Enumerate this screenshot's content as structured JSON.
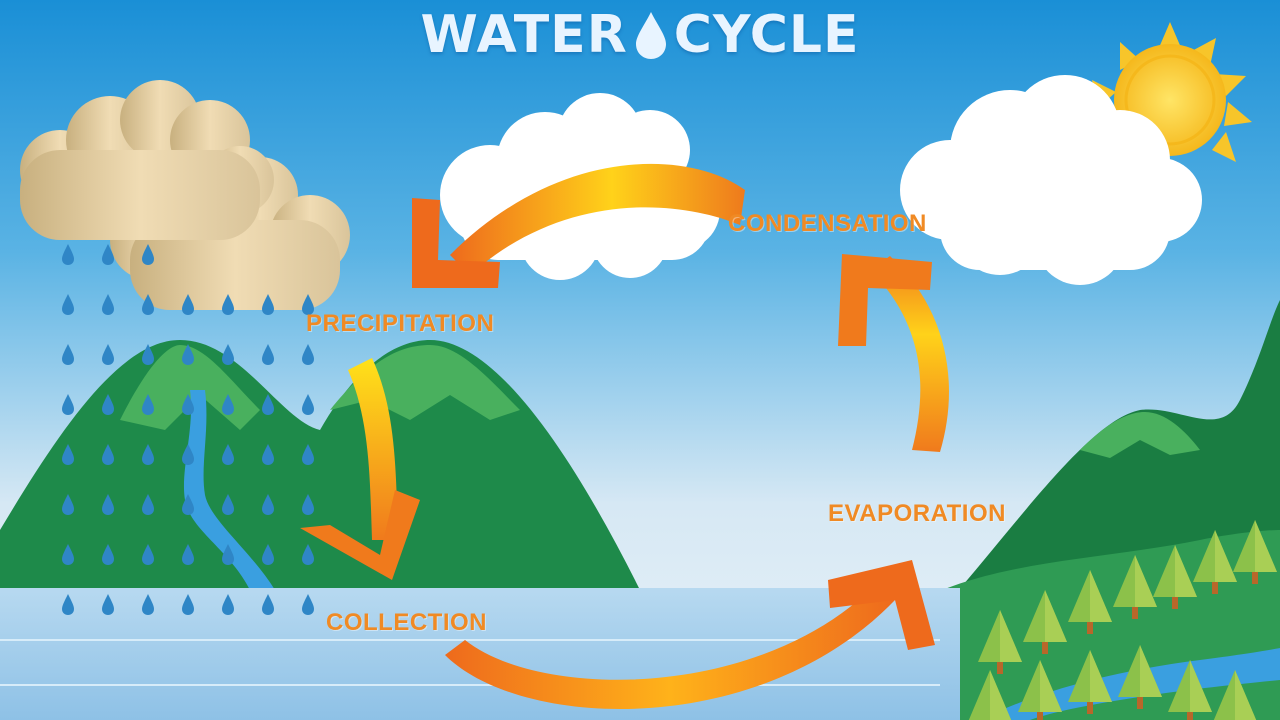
{
  "title": {
    "word1": "WATER",
    "word2": "CYCLE",
    "drop_icon": "water-drop-icon"
  },
  "stages": {
    "condensation": "CONDENSATION",
    "precipitation": "PRECIPITATION",
    "collection": "COLLECTION",
    "evaporation": "EVAPORATION"
  },
  "colors": {
    "sky_top": "#1a8fd6",
    "sky_bottom": "#dcebf5",
    "label": "#f08a24",
    "arrow_start": "#ffe21a",
    "arrow_end": "#ee6a1c",
    "mountain": "#1e8a4a",
    "water": "#9cc9ea",
    "rain": "#2f86c6",
    "sun": "#f7c52a",
    "rain_cloud": "#d9c49a"
  },
  "icons": [
    "sun-icon",
    "cloud-icon",
    "rain-cloud-icon",
    "mountain-icon",
    "tree-icon",
    "river-icon",
    "rain-drop-icon",
    "cycle-arrow-icon"
  ]
}
